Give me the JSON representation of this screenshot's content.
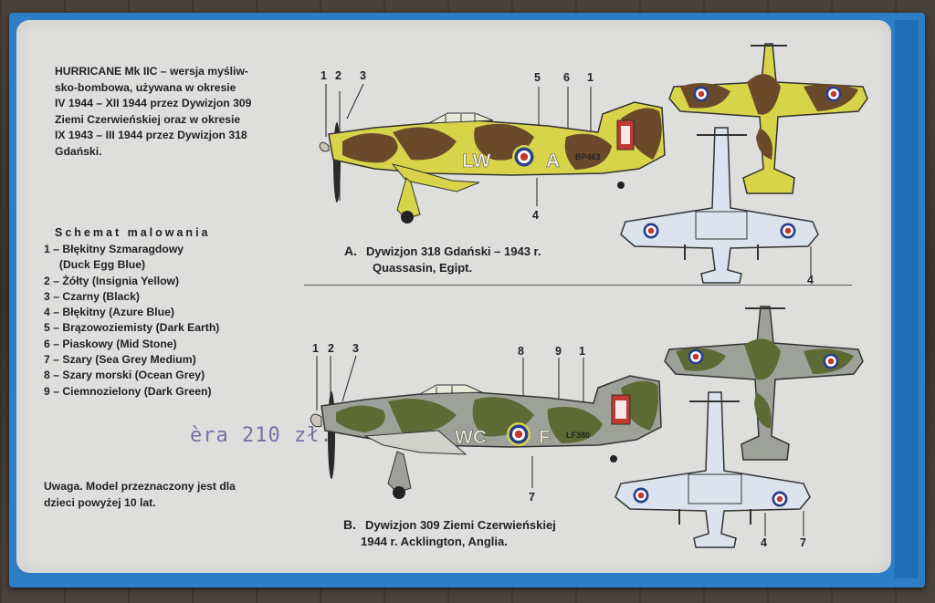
{
  "intro_text": "HURRICANE Mk IIC – wersja myśliw-\nsko-bombowa, używana w okresie\nIV 1944 – XII 1944 przez Dywizjon 309\nZiemi Czerwieńskiej oraz w okresie\nIX 1943 – III 1944 przez Dywizjon 318\nGdański.",
  "legend": {
    "title": "Schemat malowania",
    "items": [
      "1 – Błękitny Szmaragdowy",
      "     (Duck Egg Blue)",
      "2 – Żółty (Insignia Yellow)",
      "3 – Czarny (Black)",
      "4 – Błękitny (Azure Blue)",
      "5 – Brązowoziemisty (Dark Earth)",
      "6 – Piaskowy (Mid Stone)",
      "7 – Szary (Sea Grey Medium)",
      "8 – Szary morski (Ocean Grey)",
      "9 – Ciemnozielony (Dark Green)"
    ]
  },
  "stamp": "èra 210 zł.",
  "note": "Uwaga. Model przeznaczony jest dla\ndzieci powyżej 10 lat.",
  "scheme_a": {
    "letter": "A.",
    "line1": "Dywizjon 318 Gdański – 1943 r.",
    "line2": "Quassasin, Egipt.",
    "code_left": "LW",
    "code_right": "A",
    "serial": "BP463",
    "callouts_top": [
      "1",
      "2",
      "3",
      "5",
      "6",
      "1"
    ],
    "callout_bottom": "4",
    "callout_plan": "4"
  },
  "scheme_b": {
    "letter": "B.",
    "line1": "Dywizjon 309 Ziemi Czerwieńskiej",
    "line2": "1944 r. Acklington, Anglia.",
    "code_left": "WC",
    "code_right": "F",
    "serial": "LF380",
    "callouts_top": [
      "1",
      "2",
      "3",
      "8",
      "9",
      "1"
    ],
    "callout_bottom": "7",
    "callouts_plan": [
      "4",
      "7"
    ]
  },
  "colors": {
    "panel": "#dedfdc",
    "box_blue": "#2c7fc6",
    "yellow": "#d8d44a",
    "dark_earth": "#6b4a2c",
    "dark_green": "#5e6a34",
    "ocean_grey": "#9ea19a",
    "azure": "#dbe4ee",
    "roundel_red": "#c23a2e",
    "roundel_blue": "#2a3f8a",
    "stamp_ink": "#6a5c98"
  }
}
